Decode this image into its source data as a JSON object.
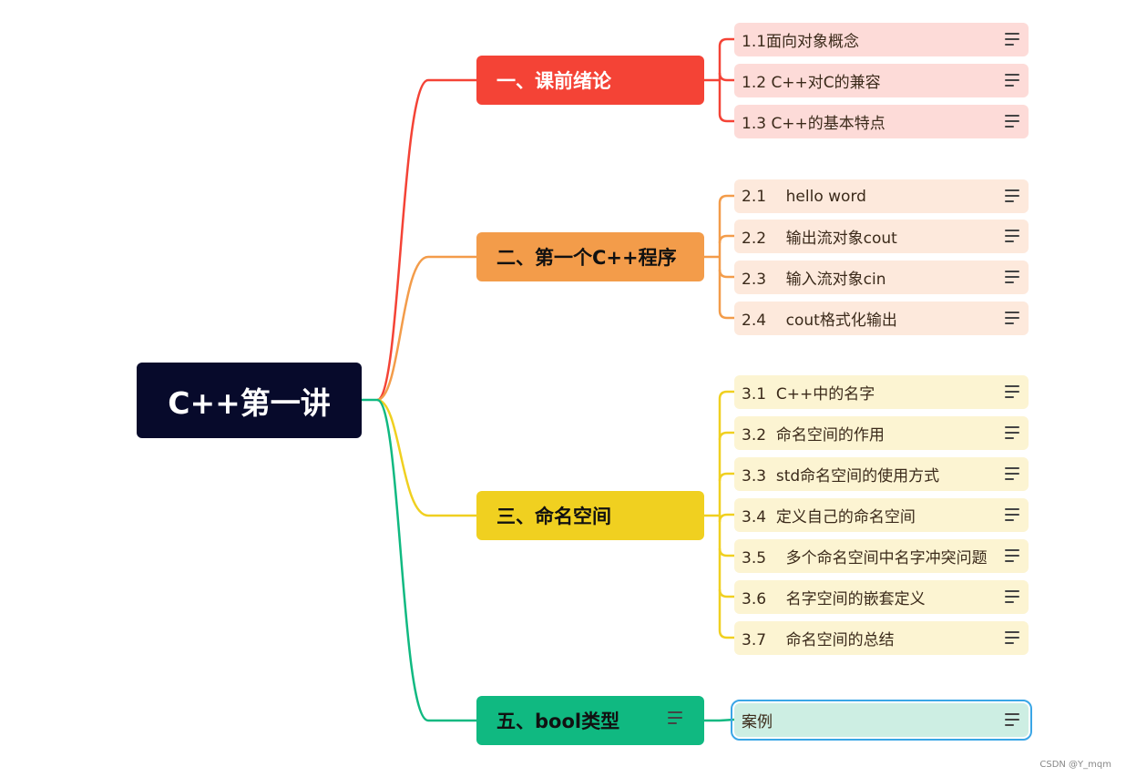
{
  "root": {
    "label": "C++第一讲"
  },
  "branches": [
    {
      "label": "一、课前绪论",
      "color": "#f44336",
      "text_color": "#ffffff",
      "leaf_color": "#fddbd8",
      "leaves": [
        "1.1面向对象概念",
        "1.2 C++对C的兼容",
        "1.3 C++的基本特点"
      ]
    },
    {
      "label": "二、第一个C++程序",
      "color": "#f39c4a",
      "text_color": "#111111",
      "leaf_color": "#fde9dc",
      "leaves": [
        "2.1    hello word",
        "2.2    输出流对象cout",
        "2.3    输入流对象cin",
        "2.4    cout格式化输出"
      ]
    },
    {
      "label": "三、命名空间",
      "color": "#f0d020",
      "text_color": "#111111",
      "leaf_color": "#fcf4d2",
      "leaves": [
        "3.1  C++中的名字",
        "3.2  命名空间的作用",
        "3.3  std命名空间的使用方式",
        "3.4  定义自己的命名空间",
        "3.5    多个命名空间中名字冲突问题",
        "3.6    名字空间的嵌套定义",
        "3.7    命名空间的总结"
      ]
    },
    {
      "label": "五、bool类型",
      "color": "#10b981",
      "text_color": "#111111",
      "leaf_color": "#cdeee3",
      "has_note": true,
      "leaves": [
        "案例"
      ]
    }
  ],
  "watermark": "CSDN @Y_mqm"
}
